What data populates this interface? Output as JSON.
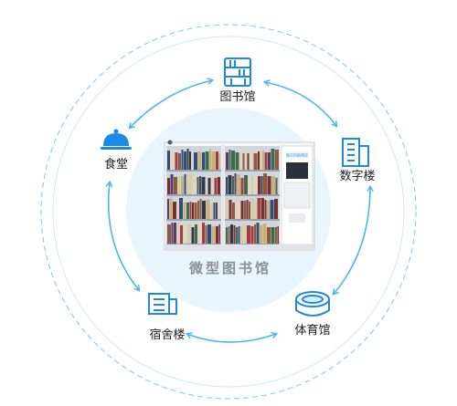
{
  "center": {
    "title": "微型图书馆",
    "kiosk_brand": "图书自助借还"
  },
  "nodes": [
    {
      "id": "library",
      "label": "图书馆",
      "icon": "bookshelf-icon"
    },
    {
      "id": "office",
      "label": "数字楼",
      "icon": "office-building-icon"
    },
    {
      "id": "stadium",
      "label": "体育馆",
      "icon": "stadium-icon"
    },
    {
      "id": "dormitory",
      "label": "宿舍楼",
      "icon": "dormitory-building-icon"
    },
    {
      "id": "canteen",
      "label": "食堂",
      "icon": "cloche-icon"
    }
  ],
  "colors": {
    "accent": "#1e88e5",
    "ring_dashed": "#6ec3f0",
    "ring_outer": "#d6eefa",
    "center_fill": "#e8f5fc",
    "arrow": "#49b7ea"
  }
}
